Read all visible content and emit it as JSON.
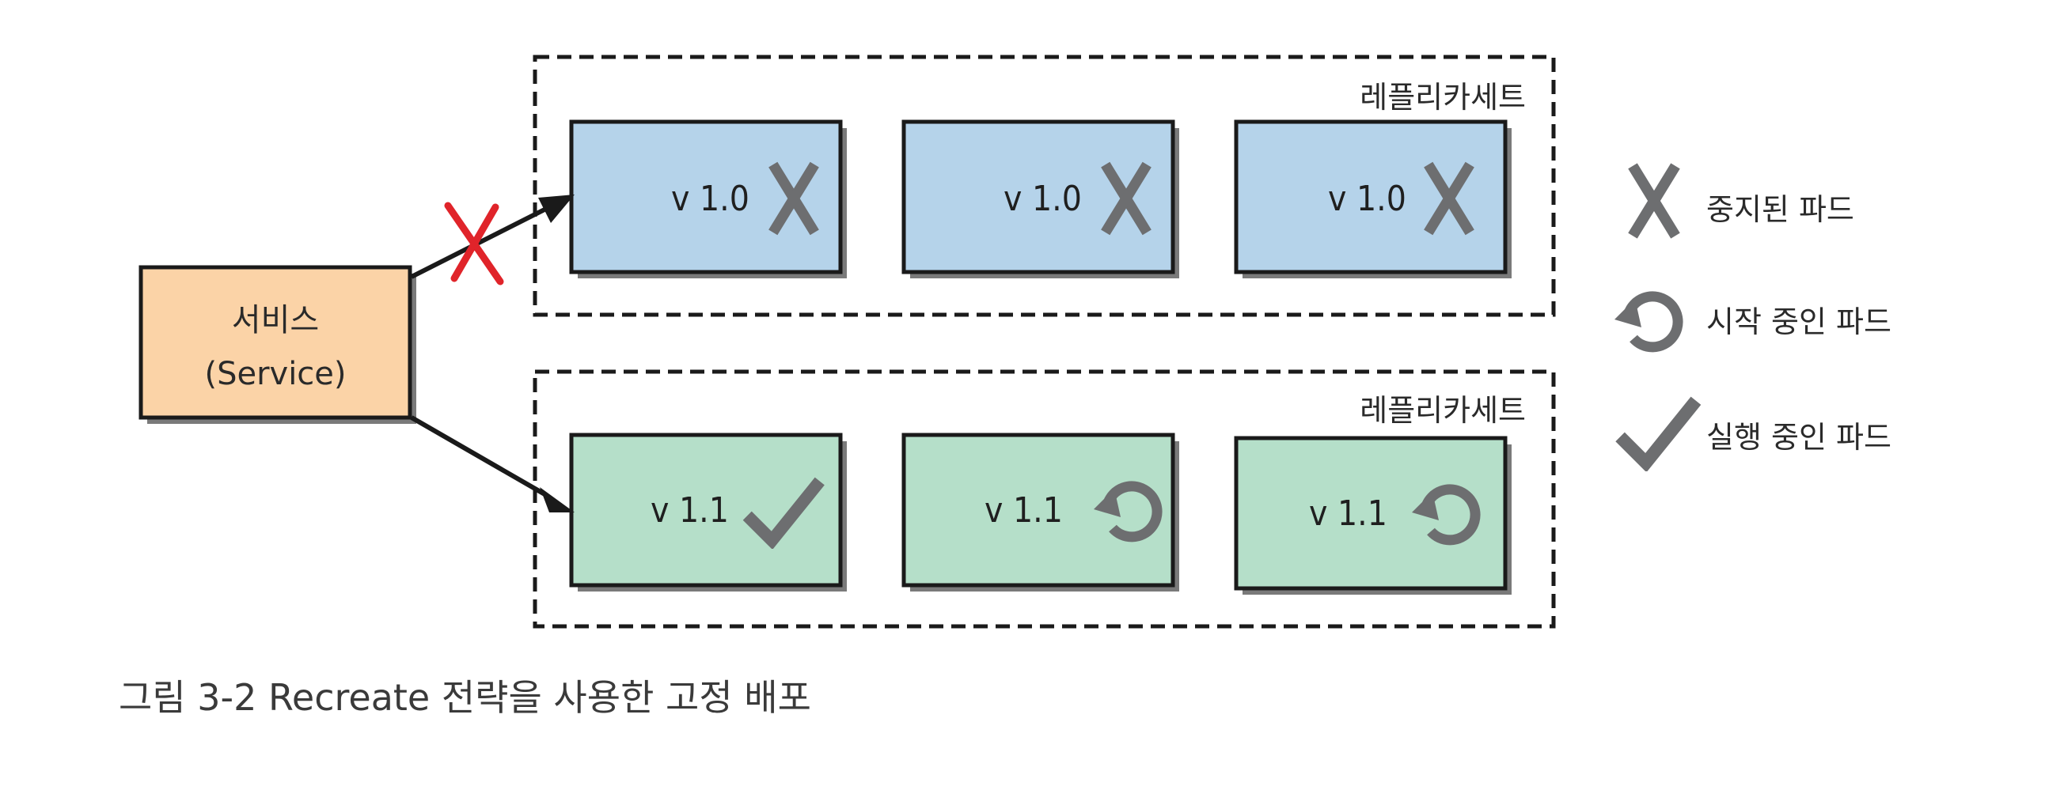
{
  "service": {
    "name": "서비스",
    "subtitle": "(Service)",
    "traffic_to_old": "blocked",
    "traffic_to_new": "active"
  },
  "replicasets": [
    {
      "label": "레플리카세트",
      "color": "#b5d3ea",
      "pods": [
        {
          "version": "v 1.0",
          "status": "stopped",
          "icon": "x-icon"
        },
        {
          "version": "v 1.0",
          "status": "stopped",
          "icon": "x-icon"
        },
        {
          "version": "v 1.0",
          "status": "stopped",
          "icon": "x-icon"
        }
      ]
    },
    {
      "label": "레플리카세트",
      "color": "#b5dfc9",
      "pods": [
        {
          "version": "v 1.1",
          "status": "running",
          "icon": "check-icon"
        },
        {
          "version": "v 1.1",
          "status": "starting",
          "icon": "restart-icon"
        },
        {
          "version": "v 1.1",
          "status": "starting",
          "icon": "restart-icon"
        }
      ]
    }
  ],
  "legend": [
    {
      "icon": "x-icon",
      "label": "중지된 파드"
    },
    {
      "icon": "restart-icon",
      "label": "시작 중인 파드"
    },
    {
      "icon": "check-icon",
      "label": "실행 중인 파드"
    }
  ],
  "caption": "그림 3-2 Recreate 전략을 사용한 고정 배포",
  "colors": {
    "service": "#fbd3a7",
    "icon_gray": "#6d6e70",
    "blocked_red": "#e0242a"
  }
}
